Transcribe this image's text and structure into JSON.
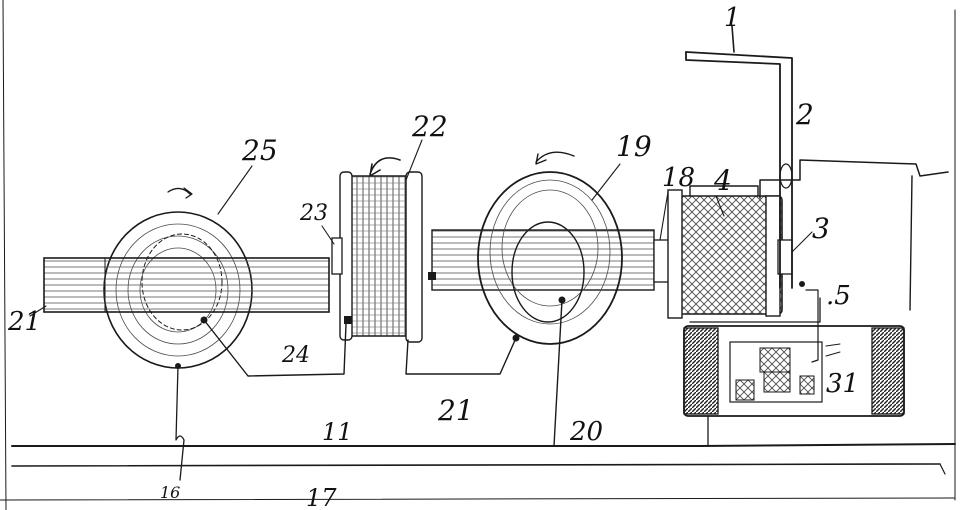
{
  "labels": {
    "l1": "1",
    "l2": "2",
    "l3": "3",
    "l4": "4",
    "l5": ".5",
    "l11": "11",
    "l16": "16",
    "l17": "17",
    "l18": "18",
    "l19": "19",
    "l20": "20",
    "l21a": "21",
    "l21b": "21",
    "l22": "22",
    "l23": "23",
    "l24": "24",
    "l25": "25",
    "l31": "31"
  },
  "colors": {
    "ink": "#1a1a1a",
    "paper": "#ffffff",
    "pencil": "#4a4a4a"
  }
}
